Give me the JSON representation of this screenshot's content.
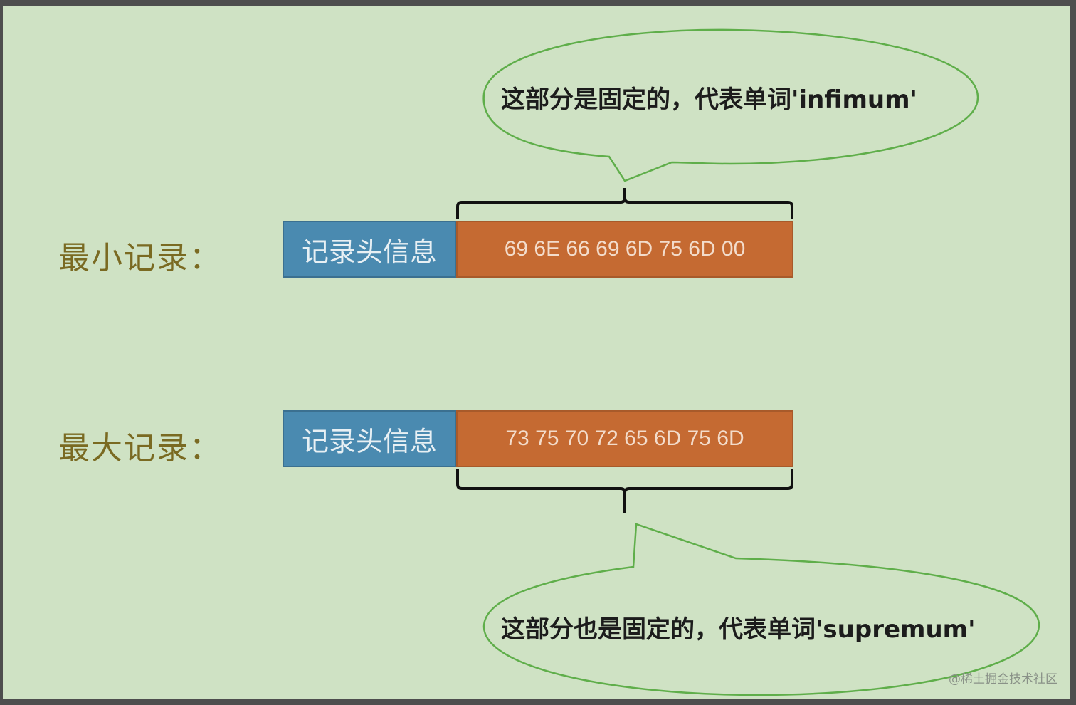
{
  "rows": {
    "min": {
      "label": "最小记录：",
      "header_label": "记录头信息",
      "hex": "69 6E 66 69 6D 75 6D 00"
    },
    "max": {
      "label": "最大记录：",
      "header_label": "记录头信息",
      "hex": "73 75 70 72 65 6D 75 6D"
    }
  },
  "callouts": {
    "top": "这部分是固定的，代表单词'infimum'",
    "bottom": "这部分也是固定的，代表单词'supremum'"
  },
  "watermark": "@稀土掘金技术社区",
  "colors": {
    "background": "#cfe2c4",
    "header_box": "#4a8ab0",
    "hex_box": "#c56a32",
    "label_text": "#7a6a22",
    "bubble_stroke": "#5fae4a"
  }
}
